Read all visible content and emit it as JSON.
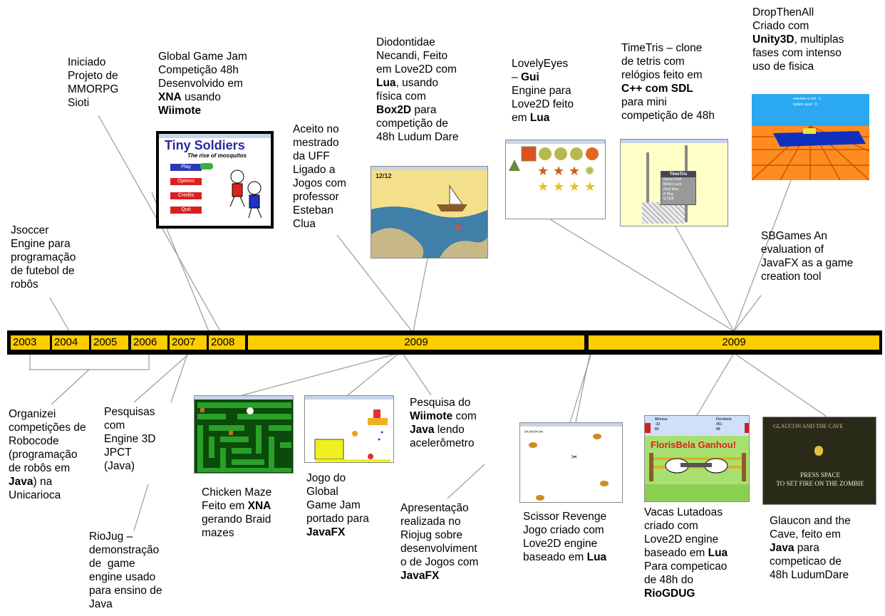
{
  "timeline": {
    "years": [
      "2003",
      "2004",
      "2005",
      "2006",
      "2007",
      "2008"
    ],
    "period_a": "2009",
    "period_b": "2009"
  },
  "notes": {
    "sioti": {
      "l1": "Iniciado",
      "l2": "Projeto de",
      "l3": "MMORPG",
      "l4": "Sioti"
    },
    "ggj": {
      "l1": "Global Game Jam",
      "l2": "Competição 48h",
      "l3": "Desenvolvido em",
      "l4_bold": "XNA",
      "l4": " usando",
      "l5_bold": "Wiimote"
    },
    "uff": {
      "l1": "Aceito no",
      "l2": "mestrado",
      "l3": "da UFF",
      "l4": "Ligado a",
      "l5": "Jogos com",
      "l6": "professor",
      "l7": "Esteban",
      "l8": "Clua"
    },
    "diodon": {
      "l1": "Diodontidae",
      "l2": "Necandi, Feito",
      "l3": "em Love2D com",
      "l4_bold": "Lua",
      "l4": ", usando",
      "l5": "física com",
      "l6_bold": "Box2D",
      "l6": " para",
      "l7": "competição de",
      "l8": "48h Ludum Dare"
    },
    "lovely": {
      "l1": "LovelyEyes",
      "l2": "– ",
      "l2_bold": "Gui",
      "l3": "Engine para",
      "l4": "Love2D feito",
      "l5": "em ",
      "l5_bold": "Lua"
    },
    "timetris": {
      "l1": "TimeTris – clone",
      "l2": "de tetris com",
      "l3": "relógios feito em",
      "l4_bold": "C++ com SDL",
      "l5": "para mini",
      "l6": "competição de 48h"
    },
    "drop": {
      "l1": "DropThenAll",
      "l2": "Criado com",
      "l3_bold": "Unity3D",
      "l3": ", multiplas",
      "l4": "fases com intenso",
      "l5": "uso de fisica"
    },
    "jsoccer": {
      "l1": "Jsoccer",
      "l2": "Engine para",
      "l3": "programação",
      "l4": "de futebol de",
      "l5": "robôs"
    },
    "sbgames": {
      "l1": "SBGames An",
      "l2": "evaluation of",
      "l3": "JavaFX as a game",
      "l4": "creation tool"
    },
    "robocode": {
      "l1": "Organizei",
      "l2": "competições de",
      "l3": "Robocode",
      "l4": "(programação",
      "l5": "de robôs em",
      "l6_bold": "Java",
      "l6": ") na",
      "l7": "Unicarioca"
    },
    "jpct": {
      "l1": "Pesquisas",
      "l2": "com",
      "l3": "Engine 3D",
      "l4": "JPCT",
      "l5": "(Java)"
    },
    "riojug": {
      "l1": "RioJug –",
      "l2": "demonstração",
      "l3": "de  game",
      "l4": "engine usado",
      "l5": "para ensino de",
      "l6": "Java"
    },
    "chicken": {
      "l1": "Chicken Maze",
      "l2": "Feito em ",
      "l2_bold": "XNA",
      "l3": "gerando Braid",
      "l4": "mazes"
    },
    "jogo_ggj": {
      "l1": "Jogo do",
      "l2": "Global",
      "l3": "Game Jam",
      "l4": "portado para",
      "l5_bold": "JavaFX"
    },
    "wiimote": {
      "l1": "Pesquisa do",
      "l2_bold": "Wiimote",
      "l2": " com",
      "l3_bold": "Java",
      "l3": " lendo",
      "l4": "acelerômetro"
    },
    "apresent": {
      "l1": "Apresentação",
      "l2": "realizada no",
      "l3": "Riojug sobre",
      "l4": "desenvolviment",
      "l5": "o de Jogos com",
      "l6_bold": "JavaFX"
    },
    "scissor": {
      "l1": "Scissor Revenge",
      "l2": "Jogo criado com",
      "l3": "Love2D engine",
      "l4": "baseado em ",
      "l4_bold": "Lua"
    },
    "vacas": {
      "l1": "Vacas Lutadoas",
      "l2": "criado com",
      "l3": "Love2D engine",
      "l4": "baseado em ",
      "l4_bold": "Lua",
      "l5": "Para competicao",
      "l6": "de 48h do",
      "l7_bold": "RioGDUG"
    },
    "glaucon": {
      "l1": "Glaucon and the",
      "l2": "Cave, feito em",
      "l3_bold": "Java",
      "l3": " para",
      "l4": "competicao de",
      "l5": "48h LudumDare"
    }
  },
  "screens": {
    "tiny_soldiers": {
      "title": "Tiny Soldiers",
      "subtitle": "The rise of mosquitos",
      "menu": [
        "Play",
        "Options",
        "Credits",
        "Quit"
      ]
    },
    "diodon_game": {
      "hud": "12/12"
    },
    "timetris_game": {
      "panel_title": "TimeTris",
      "panel_lines": [
        "Game Over",
        "Better Luck",
        "Next time,",
        "P Play",
        "Q Quit"
      ]
    },
    "drop_game": {
      "hud1": "enemies to kill : 3",
      "hud2": "bullets used : 0"
    },
    "vacas_game": {
      "banner": "FlorisBela Ganhou!",
      "p1_name": "Mimosa",
      "p1_a": "-32",
      "p1_b": "89",
      "p2_name": "Florisbela",
      "p2_a": "451",
      "p2_b": "88"
    },
    "glaucon_game": {
      "title": "GLAUCON AND THE CAVE",
      "prompt1": "PRESS SPACE",
      "prompt2": "TO SET FIRE ON THE ZOMBIE"
    }
  },
  "colors": {
    "bar": "#000000",
    "segment": "#ffcc00",
    "connector": "#999999"
  }
}
